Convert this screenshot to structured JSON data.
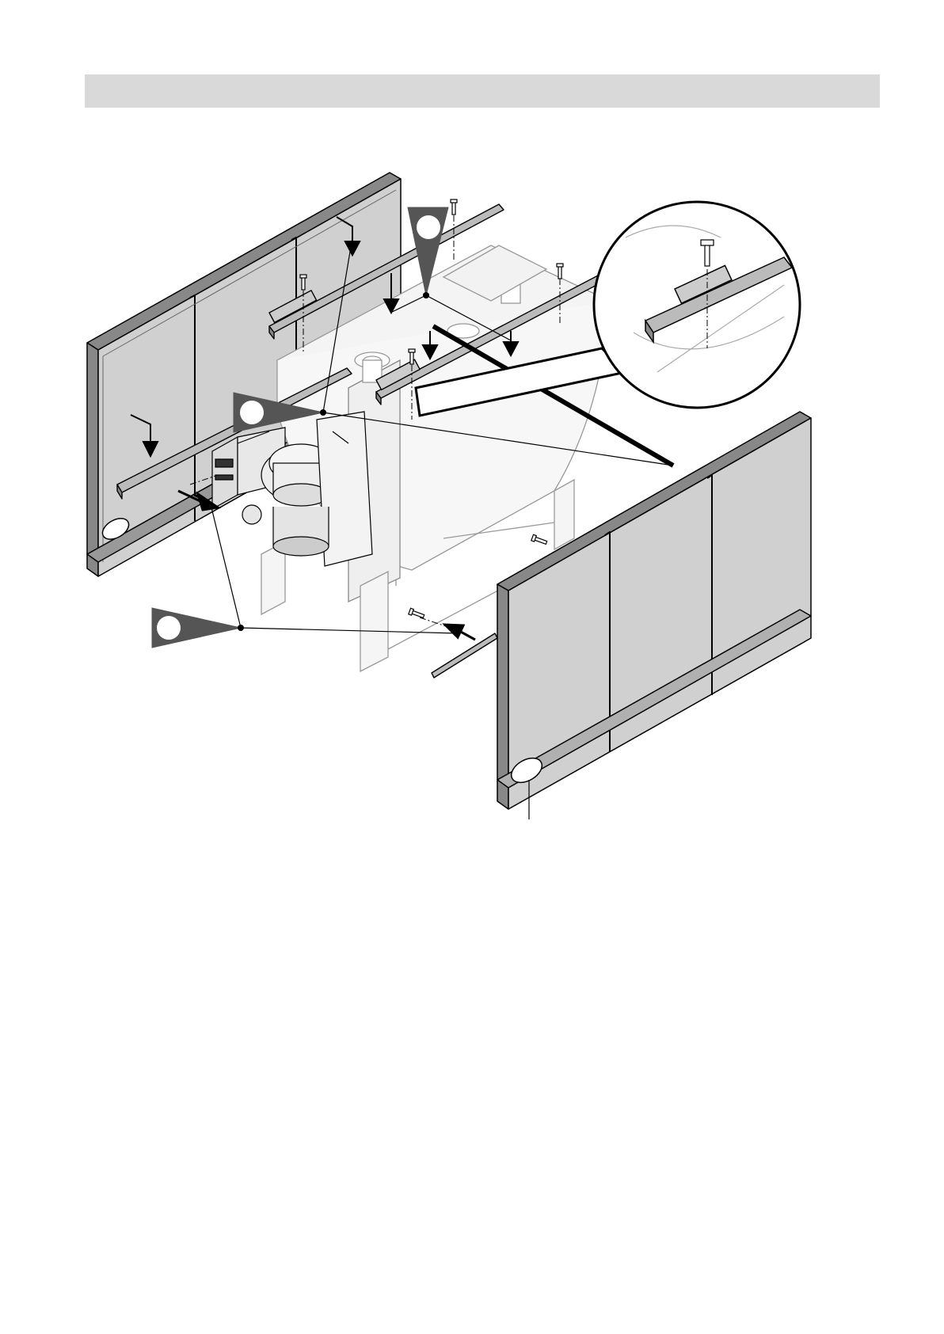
{
  "header": {
    "title": ""
  },
  "figure": {
    "callouts": [
      {
        "id": "callout-top",
        "label": ""
      },
      {
        "id": "callout-middle",
        "label": ""
      },
      {
        "id": "callout-bottom",
        "label": ""
      }
    ]
  },
  "colors": {
    "header_band": "#d9d9d9",
    "panel_fill": "#cccccc",
    "callout_fill": "#555555",
    "line": "#000000",
    "light_line": "#aaaaaa"
  },
  "icons": [
    "down-arrow-icon",
    "left-arrow-icon",
    "screw-icon",
    "magnifier-detail-icon"
  ]
}
